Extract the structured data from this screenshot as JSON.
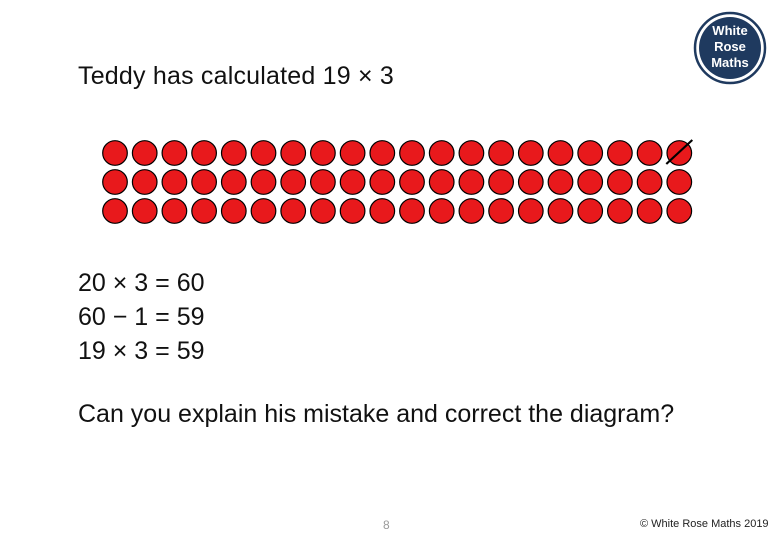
{
  "slide": {
    "title": "Teddy has calculated 19 × 3",
    "equations": [
      "20 × 3 = 60",
      "60 − 1 = 59",
      "19 × 3 = 59"
    ],
    "question": "Can you explain his mistake and correct the diagram?",
    "page_number": "8",
    "copyright": "© White Rose Maths 2019"
  },
  "logo": {
    "line1": "White",
    "line2": "Rose",
    "line3": "Maths",
    "color": "#1f3a5f"
  },
  "counters": {
    "rows": 3,
    "columns": 20,
    "crossed": [
      {
        "row": 1,
        "column": 20
      }
    ],
    "fill_color": "#e8191c",
    "outline_color": "#000000"
  }
}
